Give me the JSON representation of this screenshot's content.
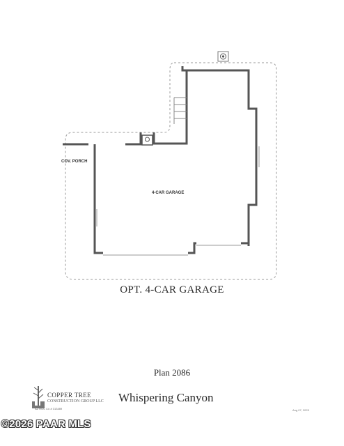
{
  "drawing": {
    "title": "OPT. 4-CAR GARAGE",
    "porch_label": "COV. PORCH",
    "garage_label": "4-CAR GARAGE"
  },
  "plan": {
    "number": "Plan 2086",
    "community": "Whispering Canyon"
  },
  "builder": {
    "name": "COPPER TREE",
    "subtitle": "CONSTRUCTION GROUP LLC",
    "license": "AZ ROC Lic # 313489"
  },
  "date_stamp": "Aug 07, 2025",
  "watermark": "©2026 PAAR MLS",
  "colors": {
    "wall": "#555555",
    "dashed_outline": "#9a9a9a",
    "text": "#2a2a2a"
  }
}
